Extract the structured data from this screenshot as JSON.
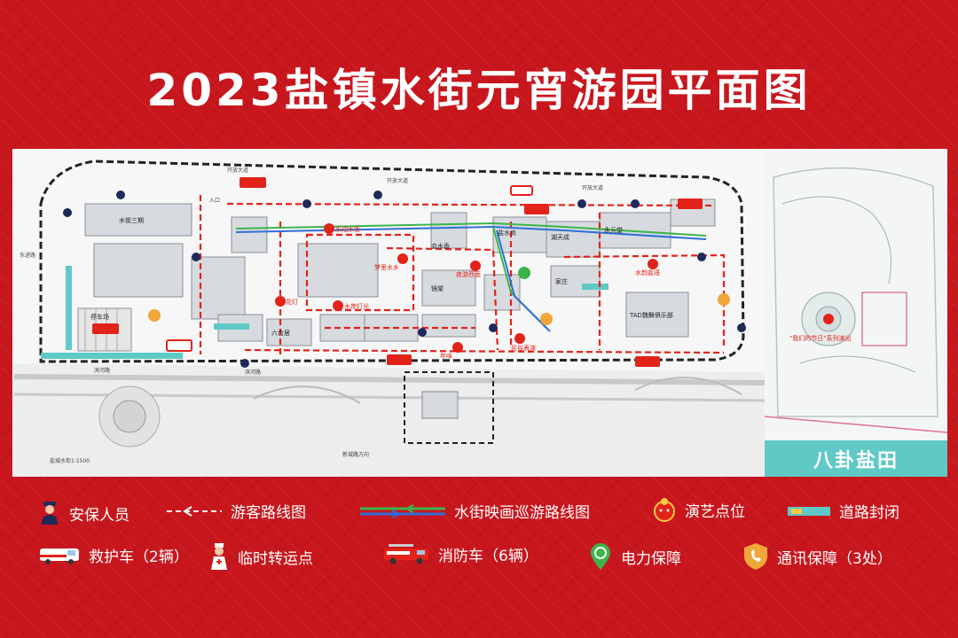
{
  "title": "2023盐镇水街元宵游园平面图",
  "colors": {
    "background": "#c8161d",
    "route_red": "#e2231a",
    "route_green": "#3bb54a",
    "route_blue": "#2e6fd8",
    "road_closure": "#5fc9c6",
    "map_bg": "#f7f7f7"
  },
  "map": {
    "east_area_label": "八卦盐田",
    "buildings": {
      "shuijie_sanqi": "水街三期",
      "parking": "停车场",
      "liuhe_ge": "六合居",
      "tad": "TAD魏舞俱乐部",
      "huishui_xiang": "会水香",
      "yanshui_shang": "盐水尚",
      "tiancheng": "湖天成",
      "yongyuan": "永元堂",
      "jingtang": "镜棠",
      "jiazhuang": "家庄"
    },
    "spots": {
      "s1": "乐动水街",
      "s2": "梦里水乡",
      "s3": "夜游西面",
      "s4": "水岸灯光",
      "s5": "水韵盐语",
      "s6": "年味",
      "s7": "民俗表演",
      "s8": "花灯",
      "s9": "\"我们的节日\"系列演出"
    },
    "roads": {
      "kaifang_top": "开放大道",
      "kaifang_top2": "开放大道",
      "kaifang_top3": "开放大道",
      "dongjin": "东进路",
      "binhe": "滨河路",
      "binhe2": "滨河路",
      "bottom_dir": "新城路方向"
    },
    "entrance": "入口",
    "scale_note": "盐城水街1:1500"
  },
  "legend": [
    {
      "icon": "security-guard-icon",
      "label": "安保人员"
    },
    {
      "icon": "visitor-route-icon",
      "label": "游客路线图"
    },
    {
      "icon": "projection-route-icon",
      "label": "水街映画巡游路线图"
    },
    {
      "icon": "performance-spot-icon",
      "label": "演艺点位"
    },
    {
      "icon": "road-closure-icon",
      "label": "道路封闭"
    },
    {
      "icon": "ambulance-icon",
      "label": "救护车（2辆）"
    },
    {
      "icon": "nurse-icon",
      "label": "临时转运点"
    },
    {
      "icon": "fire-truck-icon",
      "label": "消防车（6辆）"
    },
    {
      "icon": "power-icon",
      "label": "电力保障"
    },
    {
      "icon": "communication-icon",
      "label": "通讯保障（3处）"
    }
  ]
}
